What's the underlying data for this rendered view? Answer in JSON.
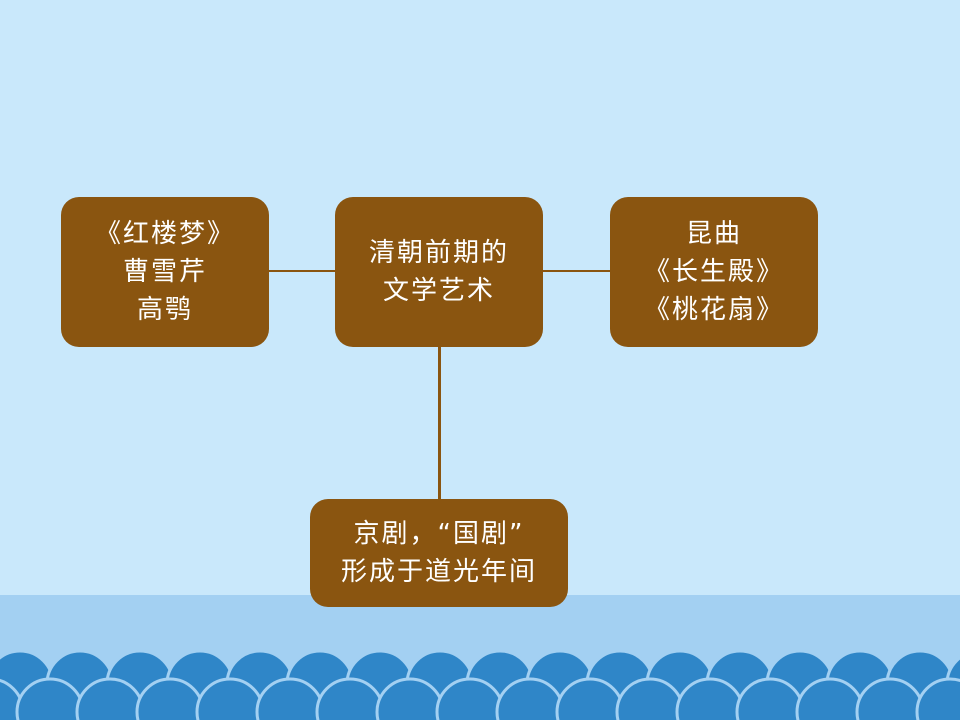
{
  "colors": {
    "sky": "#c9e8fb",
    "sea_band": "#a3d0f2",
    "wave": "#2f86c8",
    "node_fill": "#8a5510",
    "node_text": "#ffffff"
  },
  "diagram": {
    "center": {
      "lines": [
        "清朝前期的",
        "文学艺术"
      ]
    },
    "left": {
      "lines": [
        "《红楼梦》",
        "曹雪芹",
        "高鹗"
      ]
    },
    "right": {
      "lines": [
        "昆曲",
        "《长生殿》",
        "《桃花扇》"
      ]
    },
    "bottom": {
      "lines": [
        "京剧，“国剧”",
        "形成于道光年间"
      ]
    }
  }
}
